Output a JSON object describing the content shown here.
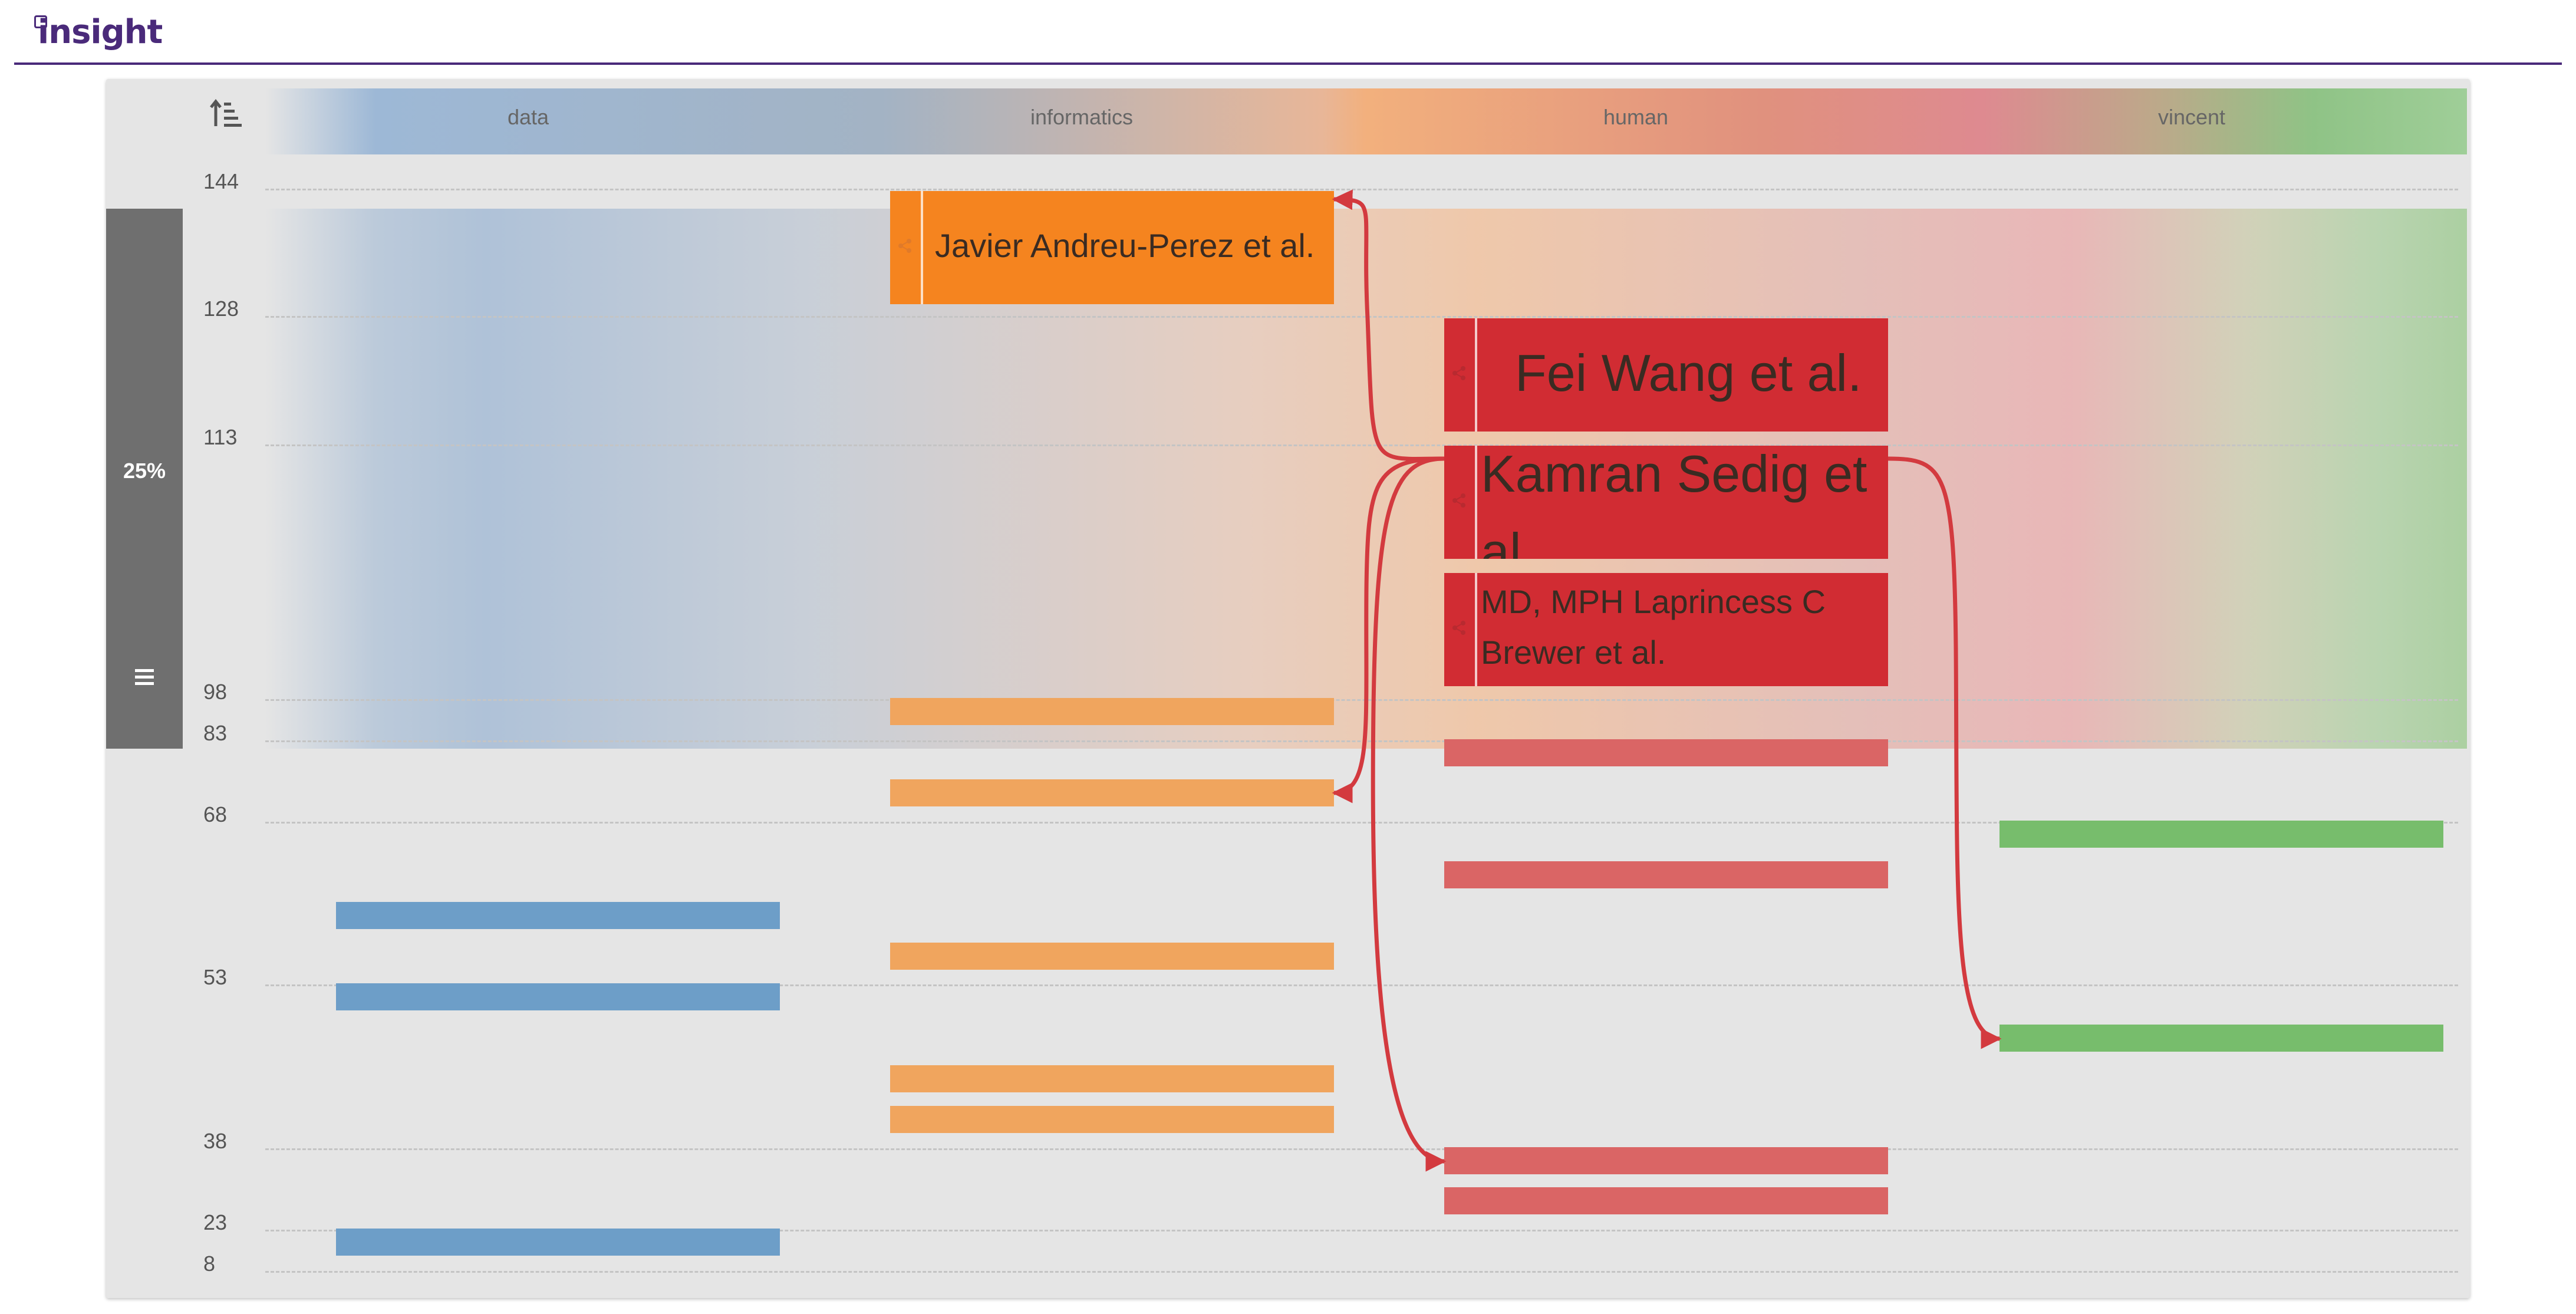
{
  "app": {
    "logo": "insight"
  },
  "columns": [
    {
      "id": "data",
      "label": "data",
      "color": "#6d9ec8"
    },
    {
      "id": "informatics",
      "label": "informatics",
      "color": "#f0a55e"
    },
    {
      "id": "human",
      "label": "human",
      "color": "#da6565"
    },
    {
      "id": "vincent",
      "label": "vincent",
      "color": "#77bd6c"
    }
  ],
  "y_axis": {
    "ticks": [
      "144",
      "128",
      "113",
      "98",
      "83",
      "68",
      "53",
      "38",
      "23",
      "8"
    ]
  },
  "selection": {
    "percent": "25%"
  },
  "cards": [
    {
      "column": "informatics",
      "title": "Javier Andreu-Perez et al."
    },
    {
      "column": "human",
      "title": "Fei Wang et al."
    },
    {
      "column": "human",
      "title": "Kamran Sedig et al."
    },
    {
      "column": "human",
      "title": "MD, MPH Laprincess C Brewer et al."
    }
  ],
  "icons": {
    "sort": "sort-ascending-icon",
    "menu": "hamburger-menu-icon",
    "card": "share-node-icon"
  }
}
